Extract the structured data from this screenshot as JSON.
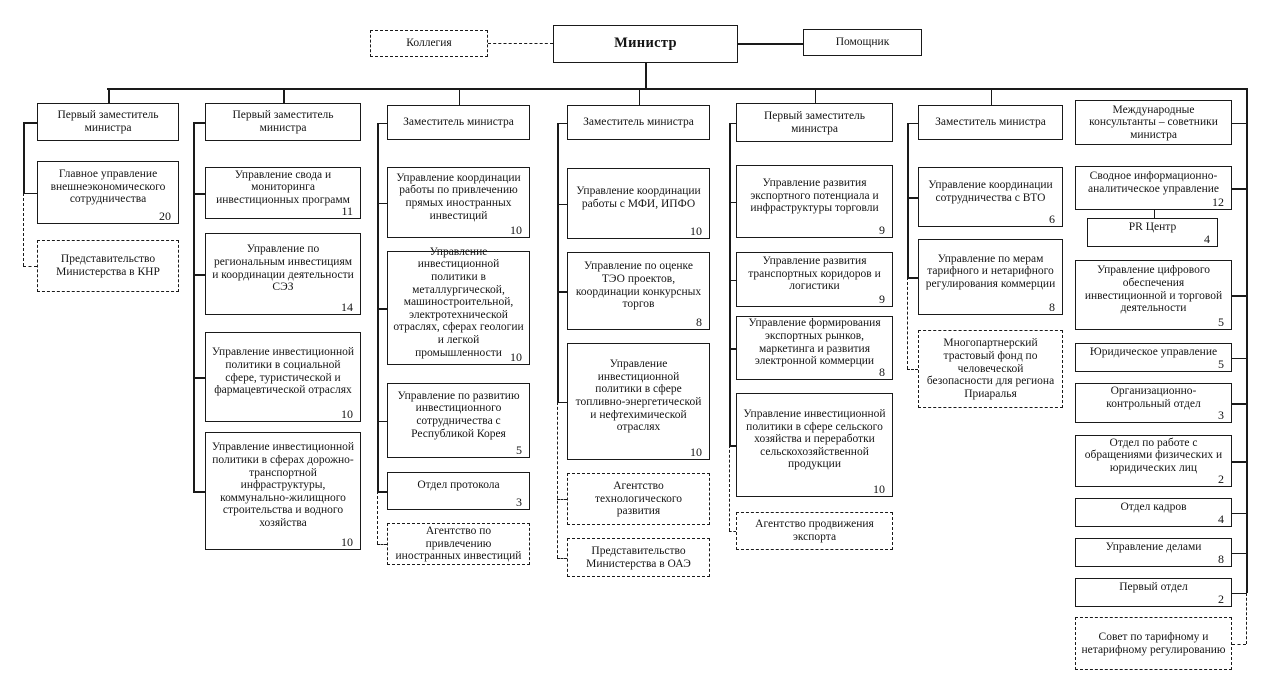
{
  "top": {
    "kollegia": "Коллегия",
    "minister": "Министр",
    "assistant": "Помощник"
  },
  "columns": [
    {
      "header": "Первый заместитель министра",
      "children": [
        {
          "label": "Главное управление внешнеэкономического сотрудничества",
          "count": "20"
        },
        {
          "label": "Представительство Министерства в КНР",
          "dashed": true
        }
      ]
    },
    {
      "header": "Первый заместитель министра",
      "children": [
        {
          "label": "Управление свода и мониторинга инвестиционных программ",
          "count": "11"
        },
        {
          "label": "Управление по региональным инвестициям и координации деятельности СЭЗ",
          "count": "14"
        },
        {
          "label": "Управление инвестиционной политики в социальной сфере, туристической и фармацевтической отраслях",
          "count": "10"
        },
        {
          "label": "Управление инвестиционной политики в сферах дорожно-транспортной инфраструктуры, коммунально-жилищного строительства и водного хозяйства",
          "count": "10"
        }
      ]
    },
    {
      "header": "Заместитель министра",
      "children": [
        {
          "label": "Управление координации работы по привлечению прямых иностранных инвестиций",
          "count": "10"
        },
        {
          "label": "Управление инвестиционной политики в металлургической, машиностроительной, электротехнической отраслях, сферах геологии и легкой промышленности",
          "count": "10"
        },
        {
          "label": "Управление по развитию инвестиционного сотрудничества с Республикой Корея",
          "count": "5"
        },
        {
          "label": "Отдел протокола",
          "count": "3"
        },
        {
          "label": "Агентство по привлечению иностранных инвестиций",
          "dashed": true
        }
      ]
    },
    {
      "header": "Заместитель министра",
      "children": [
        {
          "label": "Управление координации работы с МФИ, ИПФО",
          "count": "10"
        },
        {
          "label": "Управление по оценке ТЭО проектов, координации конкурсных торгов",
          "count": "8"
        },
        {
          "label": "Управление инвестиционной политики в сфере топливно-энергетической и нефтехимической отраслях",
          "count": "10"
        },
        {
          "label": "Агентство технологического развития",
          "dashed": true
        },
        {
          "label": "Представительство Министерства в ОАЭ",
          "dashed": true
        }
      ]
    },
    {
      "header": "Первый заместитель министра",
      "children": [
        {
          "label": "Управление развития экспортного потенциала и инфраструктуры торговли",
          "count": "9"
        },
        {
          "label": "Управление развития транспортных коридоров и логистики",
          "count": "9"
        },
        {
          "label": "Управление формирования экспортных рынков, маркетинга и развития электронной коммерции",
          "count": "8"
        },
        {
          "label": "Управление инвестиционной политики в сфере сельского хозяйства и переработки сельскохозяйственной продукции",
          "count": "10"
        },
        {
          "label": "Агентство продвижения экспорта",
          "dashed": true
        }
      ]
    },
    {
      "header": "Заместитель министра",
      "children": [
        {
          "label": "Управление координации сотрудничества с ВТО",
          "count": "6"
        },
        {
          "label": "Управление по мерам тарифного и нетарифного регулирования коммерции",
          "count": "8"
        },
        {
          "label": "Многопартнерский трастовый фонд по человеческой безопасности для региона Приаралья",
          "dashed": true
        }
      ]
    },
    {
      "header": "Международные консультанты – советники министра",
      "children": [
        {
          "label": "Сводное информационно-аналитическое управление",
          "count": "12"
        },
        {
          "label": "PR Центр",
          "count": "4",
          "sub": true
        },
        {
          "label": "Управление цифрового обеспечения инвестиционной и торговой деятельности",
          "count": "5"
        },
        {
          "label": "Юридическое управление",
          "count": "5"
        },
        {
          "label": "Организационно-контрольный отдел",
          "count": "3"
        },
        {
          "label": "Отдел по работе с обращениями физических и юридических лиц",
          "count": "2"
        },
        {
          "label": "Отдел кадров",
          "count": "4"
        },
        {
          "label": "Управление делами",
          "count": "8"
        },
        {
          "label": "Первый отдел",
          "count": "2"
        },
        {
          "label": "Совет по тарифному и нетарифному регулированию",
          "dashed": true
        }
      ]
    }
  ]
}
